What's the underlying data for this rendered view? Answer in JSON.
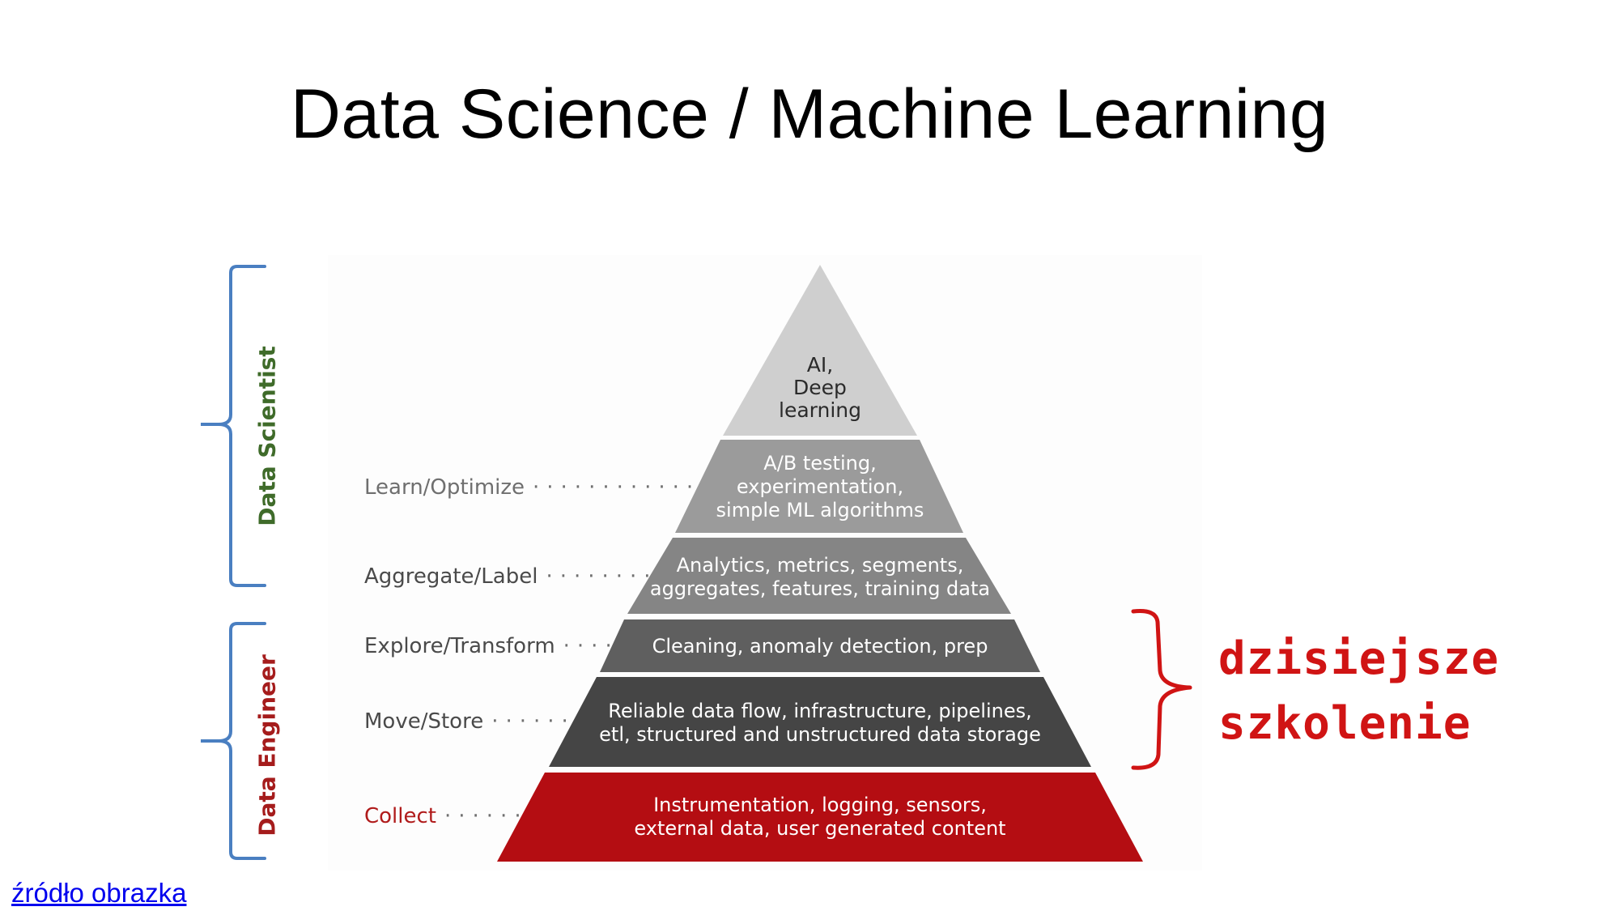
{
  "slide": {
    "title": "Data Science / Machine Learning",
    "source_link": "źródło obrazka"
  },
  "pyramid": {
    "levels": [
      {
        "text": "AI,\nDeep\nlearning",
        "color": "#cfcfcf"
      },
      {
        "text": "A/B testing,\nexperimentation,\nsimple ML algorithms",
        "color": "#9b9b9b"
      },
      {
        "text": "Analytics, metrics, segments,\naggregates, features, training data",
        "color": "#858585"
      },
      {
        "text": "Cleaning, anomaly detection, prep",
        "color": "#5f5f5f"
      },
      {
        "text": "Reliable data flow, infrastructure, pipelines,\netl, structured and unstructured data storage",
        "color": "#454545"
      },
      {
        "text": "Instrumentation, logging, sensors,\nexternal data, user generated content",
        "color": "#b40d12"
      }
    ],
    "steps": {
      "learn": "Learn/Optimize",
      "aggregate": "Aggregate/Label",
      "explore": "Explore/Transform",
      "move": "Move/Store",
      "collect": "Collect"
    },
    "roles": {
      "scientist": "Data Scientist",
      "engineer": "Data Engineer",
      "scientist_color": "#3f6b2a",
      "engineer_color": "#a51c1c",
      "brace_color": "#4a7fc1"
    }
  },
  "annotation": {
    "line1": "dzisiejsze",
    "line2": "szkolenie",
    "color": "#d01414"
  }
}
